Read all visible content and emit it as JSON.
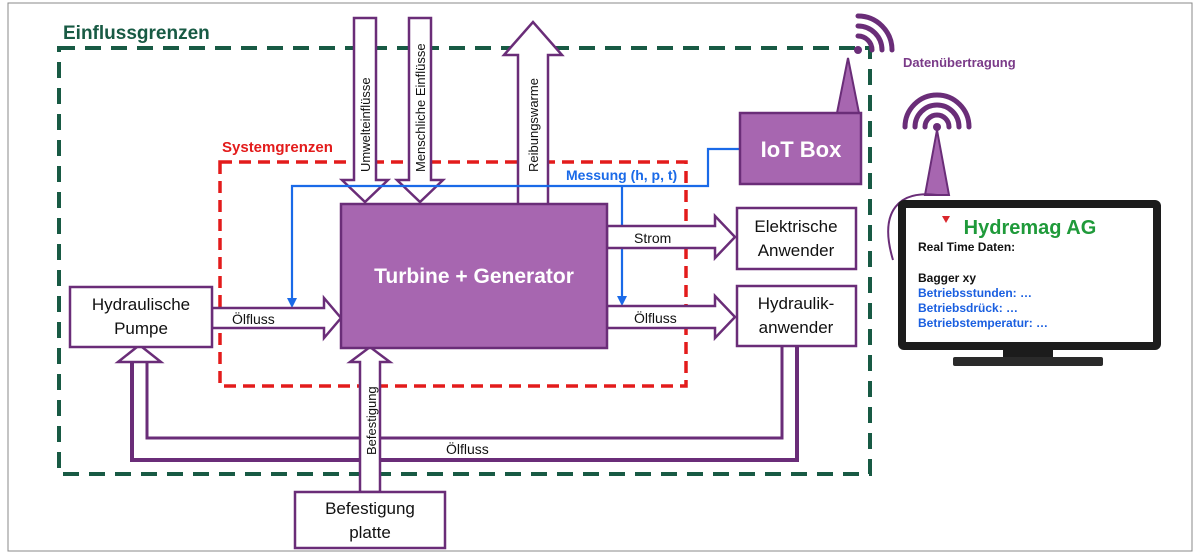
{
  "colors": {
    "purple_fill": "#a766b0",
    "purple_stroke": "#6a2d78",
    "green_dash": "#185a44",
    "red_dash": "#e31b1b",
    "blue_line": "#1a6ae8",
    "text_dark": "#111111",
    "logo_green": "#1f9a3a",
    "logo_red": "#d9262c",
    "info_blue": "#1a5fe0",
    "frame_gray": "#888888"
  },
  "boundaries": {
    "influence": "Einflussgrenzen",
    "system": "Systemgrenzen"
  },
  "boxes": {
    "turbine": "Turbine + Generator",
    "iot": "IoT Box",
    "pump_line1": "Hydraulische",
    "pump_line2": "Pumpe",
    "elec_line1": "Elektrische",
    "elec_line2": "Anwender",
    "hyd_line1": "Hydraulik-",
    "hyd_line2": "anwender",
    "mount_line1": "Befestigung",
    "mount_line2": "platte"
  },
  "arrows": {
    "env": "Umwelteinflüsse",
    "human": "Menschliche Einflüsse",
    "friction": "Reibungswarme",
    "mount": "Befestigung",
    "oil_in": "Ölfluss",
    "oil_out": "Ölfluss",
    "oil_return": "Ölfluss",
    "power": "Strom",
    "measure": "Messung (h, p, t)"
  },
  "transmission": "Datenübertragung",
  "icons": [
    "wifi-icon",
    "antenna-icon",
    "monitor-icon"
  ],
  "monitor": {
    "logo_prefix": "H",
    "logo_y": "y",
    "logo_suffix": "dremag AG",
    "heading": "Real Time Daten:",
    "machine": "Bagger xy",
    "rows": [
      "Betriebsstunden: …",
      "Betriebsdrück: …",
      "Betriebstemperatur: …"
    ]
  }
}
